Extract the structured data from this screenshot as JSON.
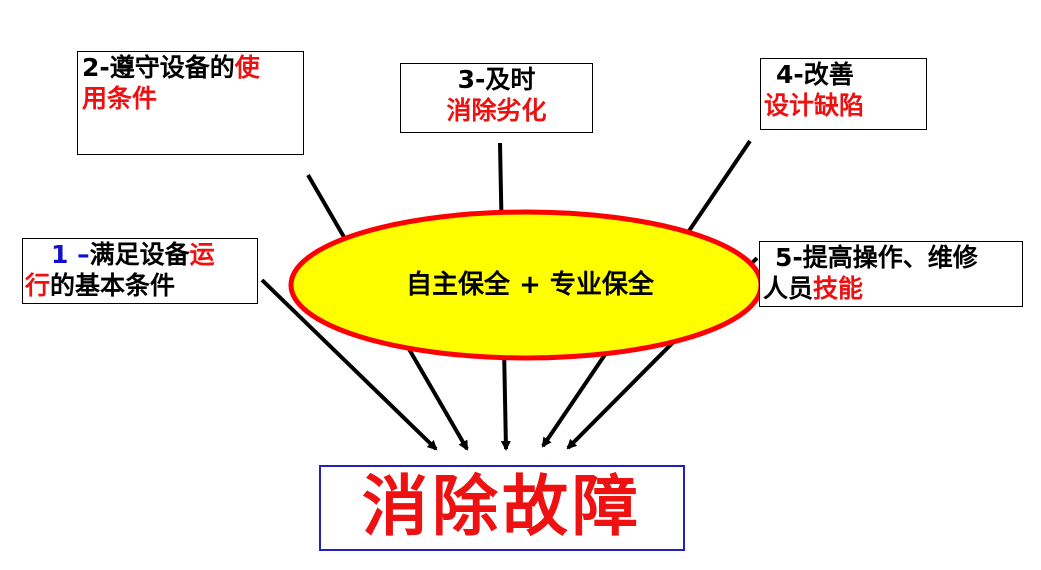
{
  "boxes": {
    "b1": {
      "l1_num": "1 –",
      "l1_black": "满足设备",
      "l1_red": "运",
      "l2_red": "行",
      "l2_black": "的基本条件"
    },
    "b2": {
      "l1_black": "2-遵守设备的",
      "l1_red": "使",
      "l2_red": "用条件"
    },
    "b3": {
      "l1_black": "3-及时",
      "l2_red": "消除劣化"
    },
    "b4": {
      "l1_black": "4-改善",
      "l2_red": "设计缺陷"
    },
    "b5": {
      "l1_black": "5-提高操作、维修",
      "l2_black": "人员",
      "l2_red": "技能"
    }
  },
  "core": {
    "label": "自主保全 + 专业保全"
  },
  "result": {
    "label": "消除故障"
  },
  "colors": {
    "text_red": "#ee1111",
    "text_blue": "#1111cc",
    "ellipse_fill": "#ffff00",
    "ellipse_stroke": "#ff0000",
    "result_border": "#2222bb"
  }
}
